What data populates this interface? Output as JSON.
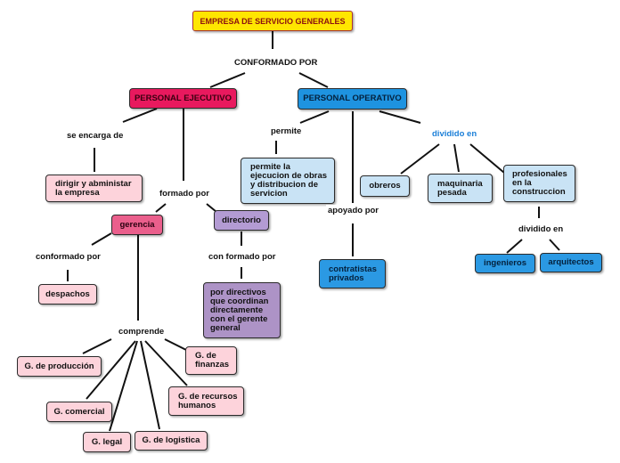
{
  "title": "EMPRESA DE SERVICIO GENERALES",
  "labels": {
    "conformado_por": "CONFORMADO POR",
    "se_encarga_de": "se encarga de",
    "formado_por": "formado por",
    "permite": "permite",
    "apoyado_por": "apoyado por",
    "dividido_en": "dividido en",
    "conformado_por_2": "conformado por",
    "con_formado_por": "con formado por",
    "comprende": "comprende",
    "dividido_en_2": "dividido en"
  },
  "nodes": {
    "personal_ejecutivo": "PERSONAL EJECUTIVO",
    "personal_operativo": "PERSONAL OPERATIVO",
    "dirigir": "dirigir y abministar\nla empresa",
    "gerencia": "gerencia",
    "directorio": "directorio",
    "despachos": "despachos",
    "directivos": "por directivos\nque coordinan\ndirectamente\ncon el gerente\ngeneral",
    "ejecucion": "permite la\nejecucion de obras\ny distribucion de\nservicion",
    "contratistas": "contratistas\nprivados",
    "obreros": "obreros",
    "maquinaria": "maquinaria\npesada",
    "profesionales": "profesionales\nen la\nconstruccion",
    "ingenieros": "ingenieros",
    "arquitectos": "arquitectos",
    "g_produccion": "G. de producción",
    "g_comercial": "G. comercial",
    "g_legal": "G. legal",
    "g_logistica": "G. de logistica",
    "g_finanzas": "G. de\nfinanzas",
    "g_rrhh": "G. de recursos\nhumanos"
  },
  "colors": {
    "title_fill": "#ffe600",
    "executive_fill": "#e8195e",
    "operative_fill": "#1e93e0",
    "pink_fill": "#fdd3db",
    "lavender_fill": "#b39bd3",
    "lightblue_fill": "#c9e3f5",
    "link_label_blue": "#1b7fd8",
    "line": "#111111"
  }
}
